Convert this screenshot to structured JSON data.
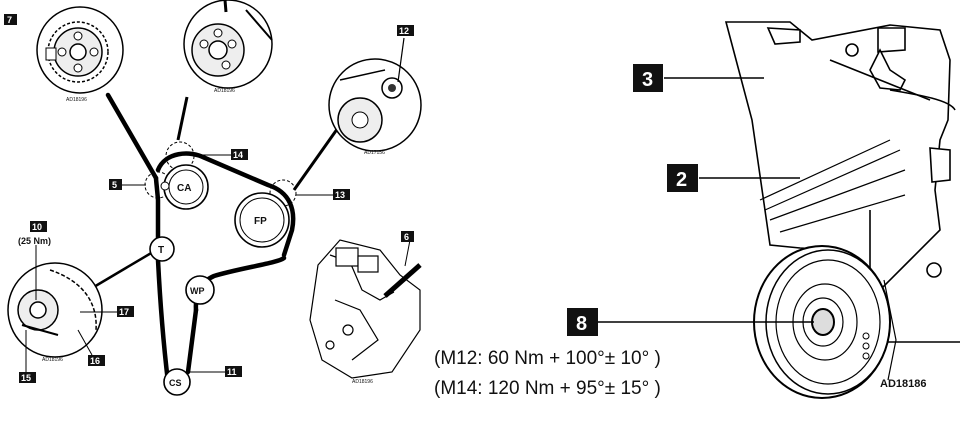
{
  "left_panel": {
    "callouts": {
      "c7": "7",
      "c12": "12",
      "c14": "14",
      "c5": "5",
      "c13": "13",
      "c10": "10",
      "torque_10": "(25 Nm)",
      "c6": "6",
      "c17": "17",
      "c15": "15",
      "c16": "16",
      "c11": "11"
    },
    "components": {
      "ca": "CA",
      "fp": "FP",
      "t": "T",
      "wp": "WP",
      "cs": "CS"
    },
    "inset_codes": {
      "inset_7": "AD18196",
      "inset_top": "AD18196",
      "inset_12": "AD17156",
      "inset_10": "AD18196",
      "inset_6": "AD18196"
    }
  },
  "right_panel": {
    "callouts": {
      "c3": "3",
      "c2": "2",
      "c8": "8"
    },
    "torque_lines": [
      "(M12: 60 Nm + 100°± 10° )",
      "(M14: 120 Nm + 95°± 15° )"
    ],
    "figure_code": "AD18186"
  }
}
